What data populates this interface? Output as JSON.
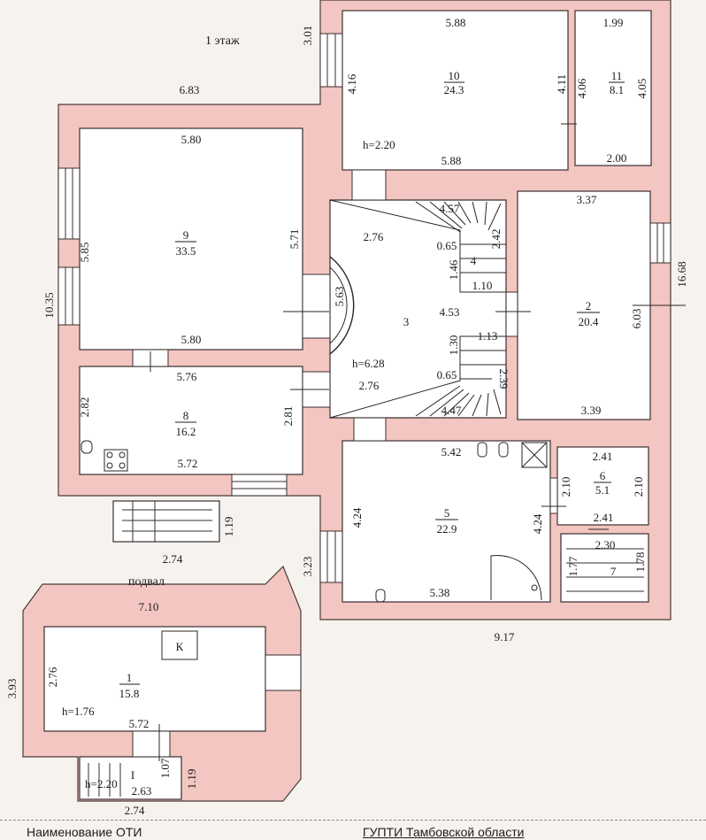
{
  "floors": {
    "first_label": "1 этаж",
    "basement_label": "подвал"
  },
  "rooms": [
    {
      "id": "room-10",
      "number": "10",
      "area": "24.3"
    },
    {
      "id": "room-11",
      "number": "11",
      "area": "8.1"
    },
    {
      "id": "room-9",
      "number": "9",
      "area": "33.5"
    },
    {
      "id": "room-4",
      "number": "4",
      "area": ""
    },
    {
      "id": "room-3",
      "number": "3",
      "area": ""
    },
    {
      "id": "room-2",
      "number": "2",
      "area": "20.4"
    },
    {
      "id": "room-8",
      "number": "8",
      "area": "16.2"
    },
    {
      "id": "room-5",
      "number": "5",
      "area": "22.9"
    },
    {
      "id": "room-6",
      "number": "6",
      "area": "5.1"
    },
    {
      "id": "room-7",
      "number": "7",
      "area": ""
    },
    {
      "id": "room-1",
      "number": "1",
      "area": "15.8"
    },
    {
      "id": "room-I",
      "number": "I",
      "area": "2.63"
    }
  ],
  "heights": {
    "room10": "h=2.20",
    "room3": "h=6.28",
    "room1": "h=1.76",
    "stairI": "h=2.20"
  },
  "symbols": {
    "k_box": "К"
  },
  "dimensions": {
    "d301": "3.01",
    "d683": "6.83",
    "d588a": "5.88",
    "d199": "1.99",
    "d416": "4.16",
    "d411": "4.11",
    "d406": "4.06",
    "d405": "4.05",
    "d588b": "5.88",
    "d200": "2.00",
    "d580a": "5.80",
    "d585": "5.85",
    "d571": "5.71",
    "d1035": "10.35",
    "d580b": "5.80",
    "d457": "4.57",
    "d276a": "2.76",
    "d065a": "0.65",
    "d242": "2.42",
    "d146": "1.46",
    "d110": "1.10",
    "d563": "5.63",
    "d453": "4.53",
    "d130": "1.30",
    "d113": "1.13",
    "d065b": "0.65",
    "d239": "2.39",
    "d447": "4.47",
    "d276b": "2.76",
    "d337": "3.37",
    "d1668": "16.68",
    "d603": "6.03",
    "d339": "3.39",
    "d576": "5.76",
    "d282": "2.82",
    "d281": "2.81",
    "d572a": "5.72",
    "d542": "5.42",
    "d241a": "2.41",
    "d210a": "2.10",
    "d210b": "2.10",
    "d424a": "4.24",
    "d424b": "4.24",
    "d241b": "2.41",
    "d230": "2.30",
    "d177": "1.77",
    "d178": "1.78",
    "d538": "5.38",
    "d323": "3.23",
    "d917": "9.17",
    "d119a": "1.19",
    "d274a": "2.74",
    "d710": "7.10",
    "d393": "3.93",
    "d276c": "2.76",
    "d572b": "5.72",
    "d107": "1.07",
    "d119b": "1.19",
    "d274b": "2.74"
  },
  "footer": {
    "left": "Наименование ОТИ",
    "right": "ГУПТИ Тамбовской области"
  },
  "colors": {
    "wall": "#f3c6c2",
    "wall_edge": "#4a3a3a",
    "room_fill": "#ffffff",
    "paper": "#f6f3ee"
  }
}
